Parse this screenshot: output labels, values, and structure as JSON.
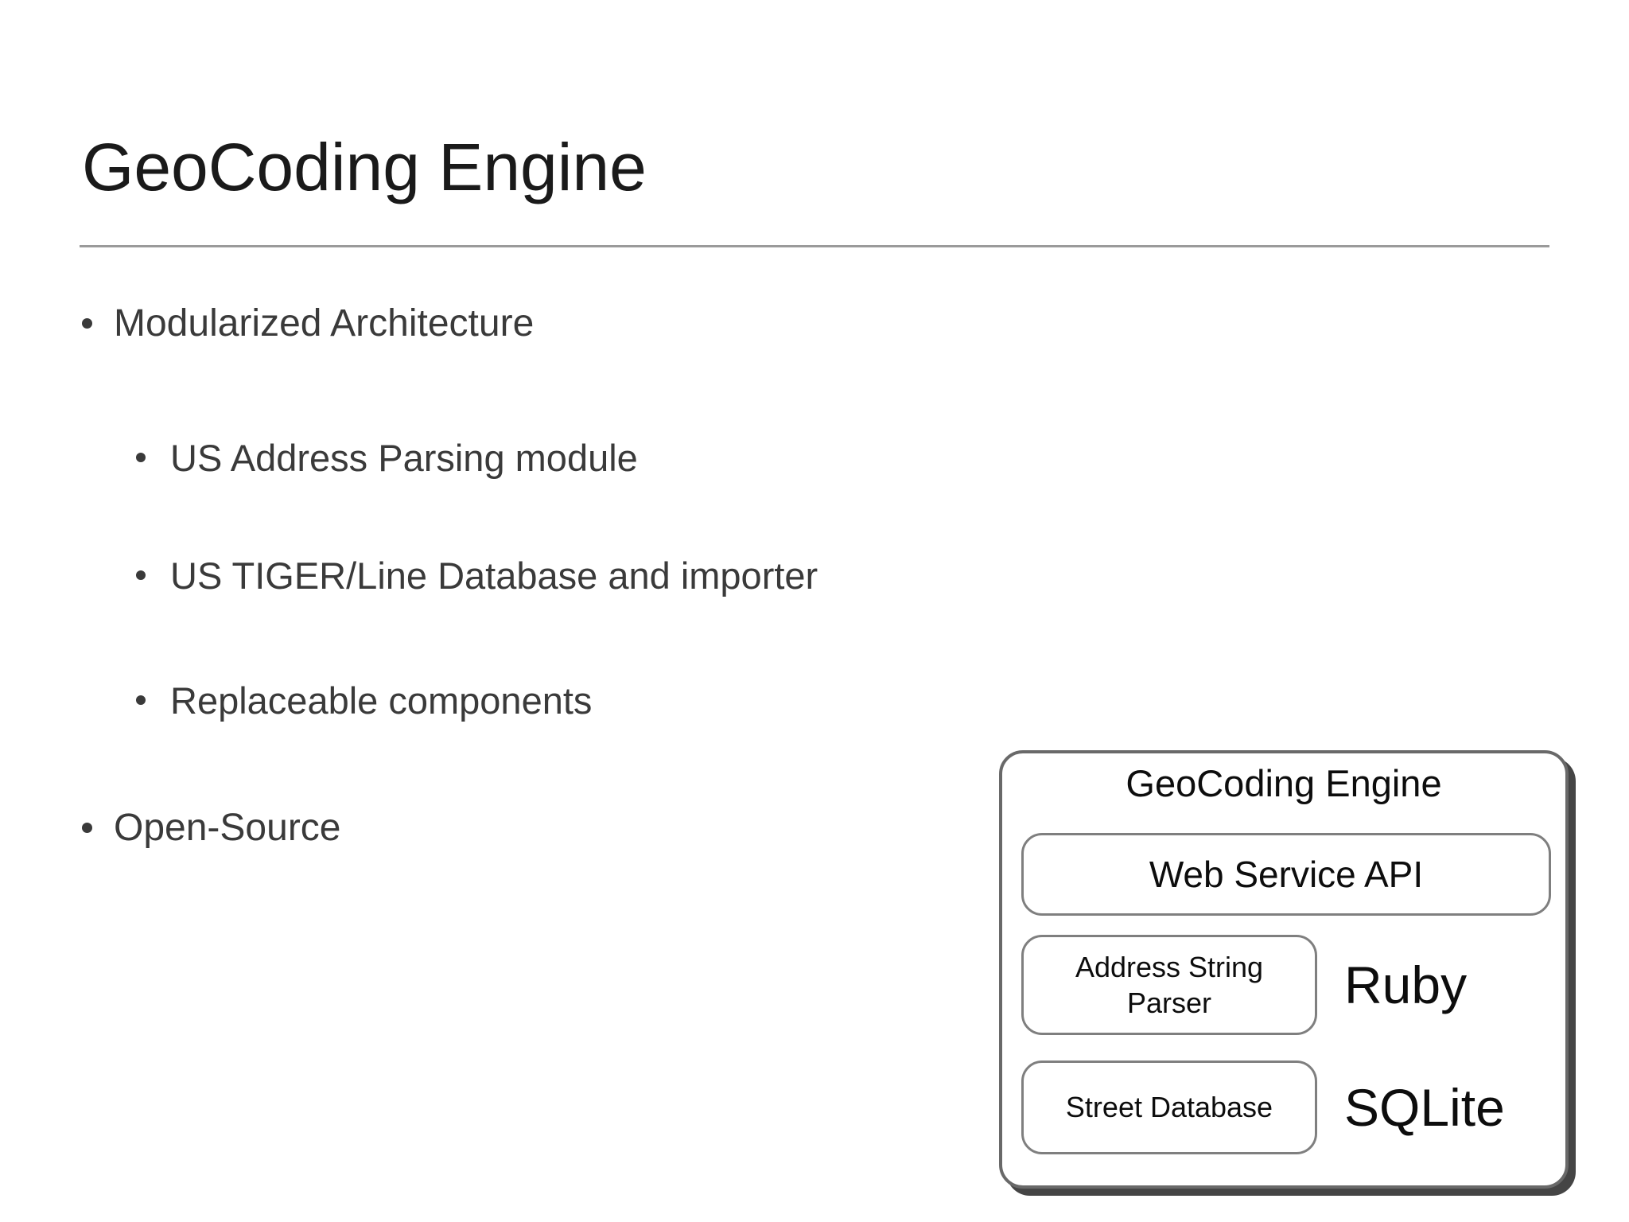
{
  "slide": {
    "title": "GeoCoding Engine",
    "bullets": [
      {
        "level": 1,
        "text": "Modularized Architecture"
      },
      {
        "level": 2,
        "text": "US Address Parsing module"
      },
      {
        "level": 2,
        "text": "US TIGER/Line Database and importer"
      },
      {
        "level": 2,
        "text": "Replaceable components"
      },
      {
        "level": 1,
        "text": "Open-Source"
      }
    ]
  },
  "diagram": {
    "title": "GeoCoding Engine",
    "boxes": {
      "web_service_api": "Web Service API",
      "address_string_parser": "Address String Parser",
      "street_database": "Street Database"
    },
    "labels": {
      "ruby": "Ruby",
      "sqlite": "SQLite"
    }
  },
  "colors": {
    "background": "#ffffff",
    "title_text": "#1a1a1a",
    "bullet_text": "#3a3a3a",
    "rule": "#9a9a9a",
    "diagram_border": "#696969",
    "inner_box_border": "#7f7f7f",
    "diagram_shadow": "#454545",
    "diagram_text": "#0d0d0d"
  }
}
